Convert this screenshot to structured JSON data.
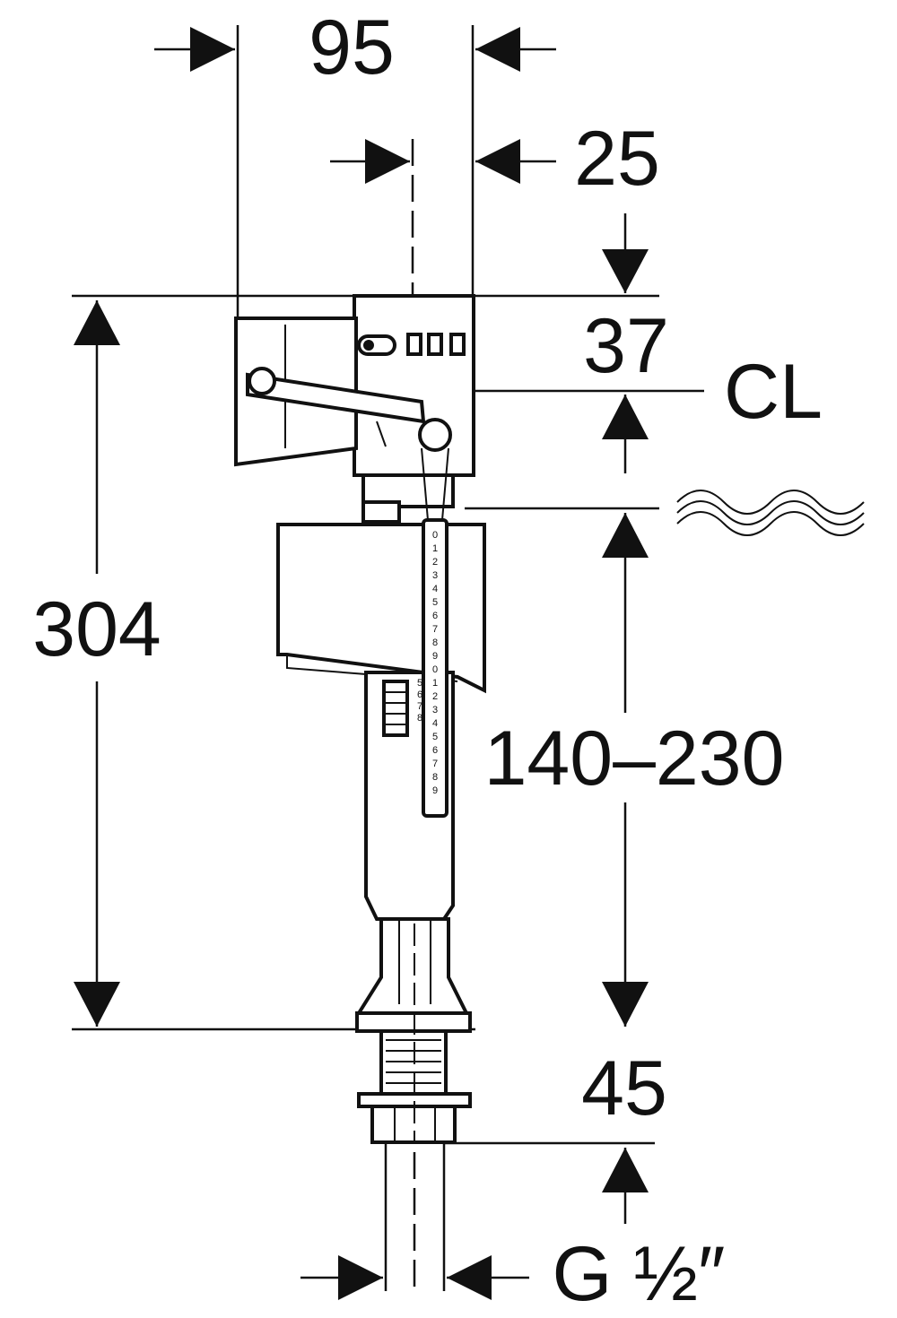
{
  "dimensions": {
    "width_total": "95",
    "offset": "25",
    "top_to_cl": "37",
    "centerline": "CL",
    "overall_height": "304",
    "water_level_range": "140–230",
    "bottom_connection": "45",
    "thread": "G ½″"
  },
  "scale_marks": {
    "main": [
      "0",
      "1",
      "2",
      "3",
      "4",
      "5",
      "6",
      "7",
      "8",
      "9",
      "0",
      "1",
      "2",
      "3",
      "4",
      "5",
      "6",
      "7",
      "8",
      "9"
    ],
    "side": [
      "5",
      "6",
      "7",
      "8"
    ]
  },
  "colors": {
    "line": "#111111",
    "background": "#ffffff"
  }
}
